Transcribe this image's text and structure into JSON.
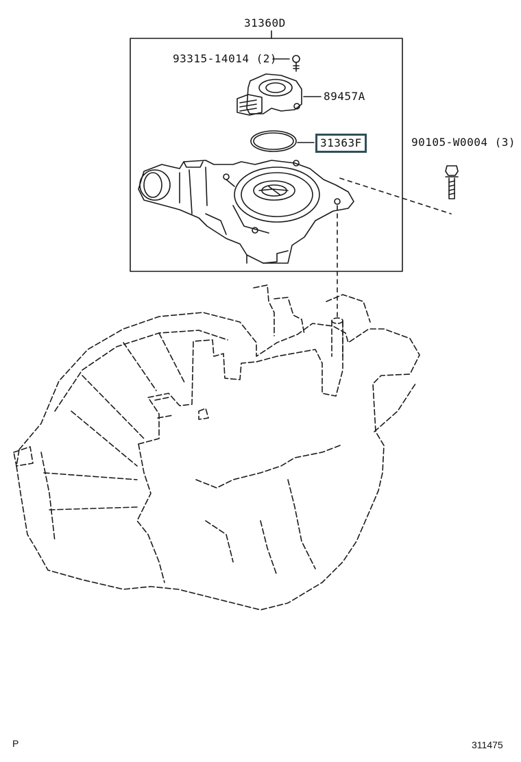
{
  "diagram": {
    "labels": {
      "assembly": "31360D",
      "screw": "93315-14014 (2)",
      "sensor": "89457A",
      "oring": "31363F",
      "bolt": "90105-W0004 (3)"
    },
    "footer": {
      "left": "P",
      "right": "311475"
    },
    "colors": {
      "line": "#1a1a1a",
      "highlight": "#2f4f57"
    }
  }
}
